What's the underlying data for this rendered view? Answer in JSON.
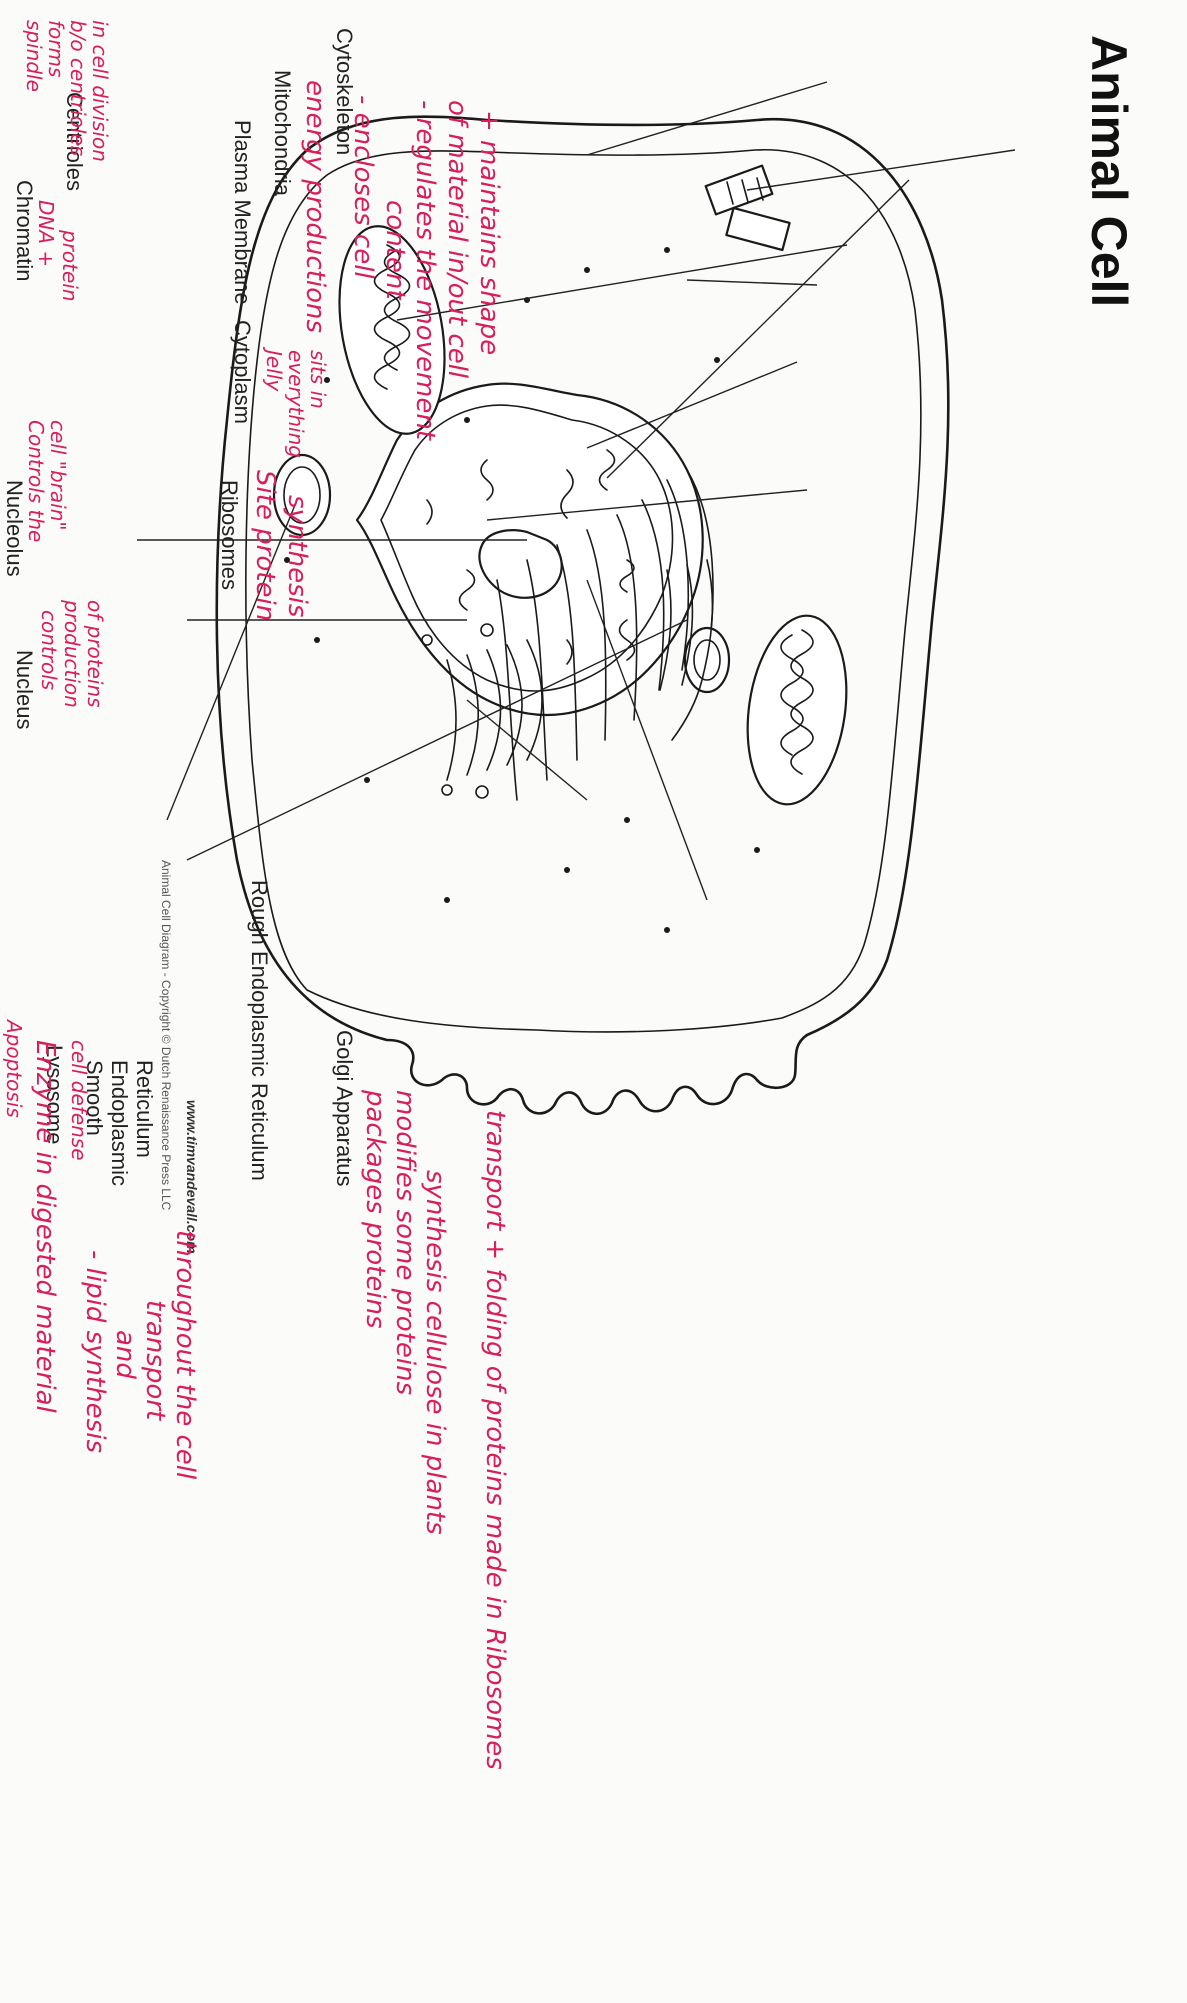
{
  "title": "Animal Cell",
  "labels": {
    "centrioles": "Centrioles",
    "cytoskeleton": "Cytoskeleton",
    "chromatin": "Chromatin",
    "mitochondria": "Mitochondria",
    "plasma_membrane": "Plasma Membrane",
    "cytoplasm": "Cytoplasm",
    "ribosomes": "Ribosomes",
    "nucleolus": "Nucleolus",
    "nucleus": "Nucleus",
    "lysosome": "Lysosome",
    "smooth_er_1": "Smooth",
    "smooth_er_2": "Endoplasmic",
    "smooth_er_3": "Reticulum",
    "golgi": "Golgi Apparatus",
    "rough_er": "Rough Endoplasmic Reticulum"
  },
  "footer": {
    "url": "www.timvandevall.com",
    "copyright": "Animal Cell Diagram - Copyright © Dutch Renaissance Press LLC"
  },
  "notes": {
    "centrioles_1": "spindle",
    "centrioles_2": "forms",
    "centrioles_3": "b/o centrioles",
    "centrioles_4": "in cell division",
    "chromatin_1": "DNA +",
    "chromatin_2": "protein",
    "mito": "energy productions",
    "membrane_1": "- encloses cell",
    "membrane_2": "content",
    "membrane_3": "- regulates the movement",
    "membrane_4": "of material in/out cell",
    "membrane_5": "+ maintains shape",
    "cytoplasm_1": "Jelly",
    "cytoplasm_2": "everything",
    "cytoplasm_3": "sits in",
    "ribosomes_1": "Site protein",
    "ribosomes_2": "synthesis",
    "nucleolus_1": "Controls the",
    "nucleolus_2": "cell \"brain\"",
    "nucleus_1": "controls",
    "nucleus_2": "production",
    "nucleus_3": "of proteins",
    "lysosome_1": "Apoptosis",
    "lysosome_2": "Enzyme in digested material",
    "lysosome_3": "cell defense",
    "ser_1": "- lipid synthesis",
    "ser_2": "and",
    "ser_3": "transport",
    "ser_4": "throughout the cell",
    "golgi_1": "packages proteins",
    "golgi_2": "modifies some proteins",
    "golgi_3": "synthesis  cellulose in plants",
    "rer_1": "transport + folding of proteins  made in Ribosomes"
  },
  "colors": {
    "ink": "#1a1a1a",
    "handwriting": "#d81e5b",
    "paper": "#fbfbf9"
  }
}
